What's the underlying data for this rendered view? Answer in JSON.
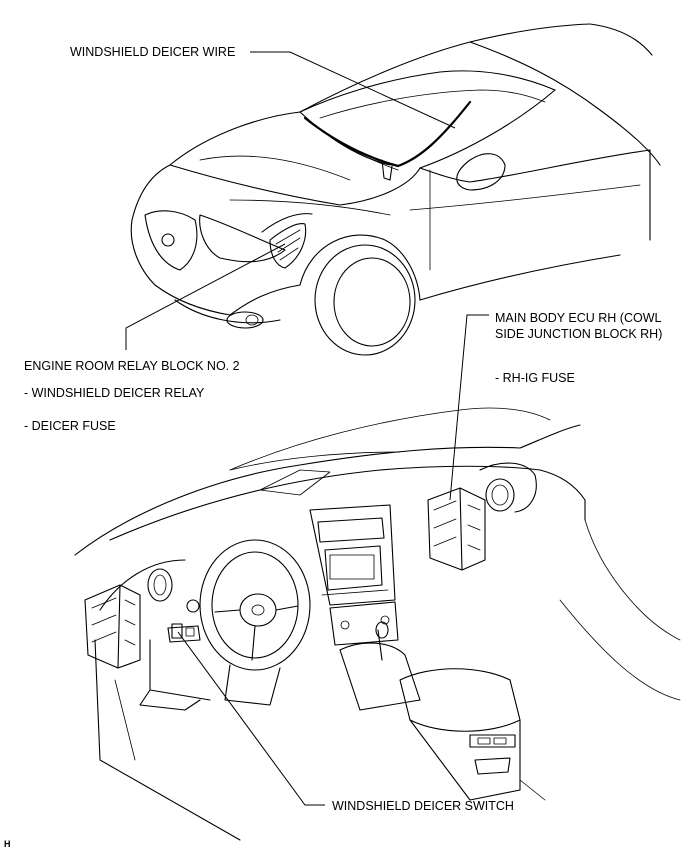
{
  "labels": {
    "deicer_wire": "WINDSHIELD DEICER WIRE",
    "main_body_ecu_line1": "MAIN BODY ECU RH (COWL",
    "main_body_ecu_line2": "SIDE JUNCTION BLOCK RH)",
    "rh_ig_fuse": "- RH-IG FUSE",
    "engine_room_relay": "ENGINE ROOM RELAY BLOCK NO. 2",
    "deicer_relay": "- WINDSHIELD DEICER RELAY",
    "deicer_fuse": "- DEICER FUSE",
    "deicer_switch": "WINDSHIELD DEICER SWITCH",
    "corner_mark": "H"
  }
}
